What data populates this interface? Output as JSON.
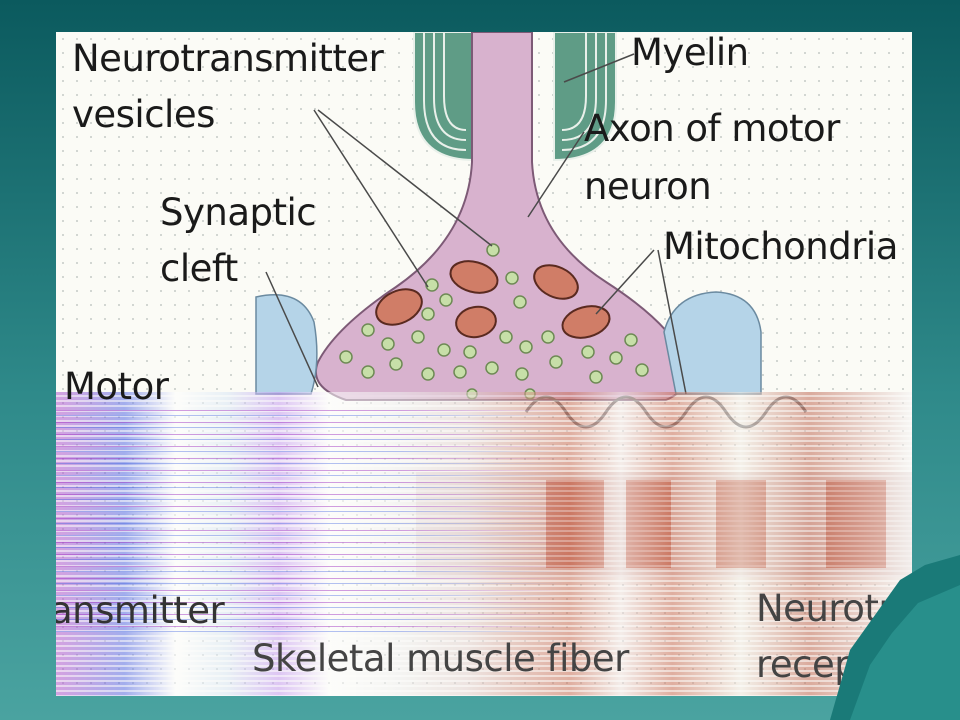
{
  "labels": {
    "neurotransmitter_vesicles_1": "Neurotransmitter",
    "neurotransmitter_vesicles_2": "vesicles",
    "myelin": "Myelin",
    "axon_1": "Axon of motor",
    "axon_2": "neuron",
    "synaptic_1": "Synaptic",
    "synaptic_2": "cleft",
    "mitochondria": "Mitochondria",
    "motor": "Motor",
    "transmitter_partial": "ansmitter",
    "skeletal_muscle_fiber": "Skeletal muscle fiber",
    "neurotr_partial": "Neurotra",
    "receptor_partial": "receptor"
  },
  "colors": {
    "slide_bg_top": "#0b5a5e",
    "slide_bg_bottom": "#4aa3a0",
    "myelin": "#5f9c86",
    "axon": "#d8b2ce",
    "vesicle": "#c7dfa8",
    "mitochondria": "#d07d67",
    "schwann_cell": "#b5d4e8",
    "muscle": "#c9705a"
  }
}
